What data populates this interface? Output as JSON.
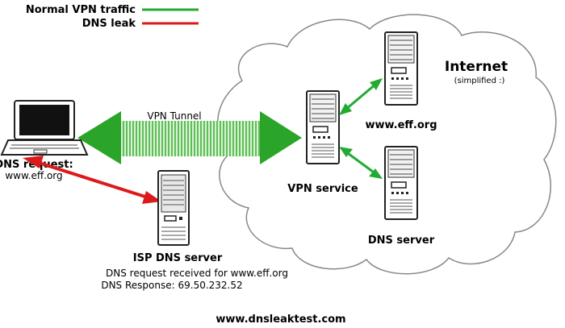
{
  "legend": {
    "vpn_label": "Normal VPN traffic",
    "leak_label": "DNS leak",
    "vpn_color": "#22aa33",
    "leak_color": "#dd1a1a"
  },
  "cloud": {
    "title": "Internet",
    "subtitle": "(simplified :)"
  },
  "tunnel": {
    "label": "VPN Tunnel"
  },
  "nodes": {
    "laptop": {
      "title": "DNS request:",
      "subtitle": "www.eff.org"
    },
    "vpn_service": {
      "title": "VPN service"
    },
    "eff": {
      "title": "www.eff.org"
    },
    "dns_server": {
      "title": "DNS server"
    },
    "isp_dns": {
      "title": "ISP DNS server",
      "line1": "DNS request received for www.eff.org",
      "line2": "DNS Response: 69.50.232.52"
    }
  },
  "footer": "www.dnsleaktest.com"
}
